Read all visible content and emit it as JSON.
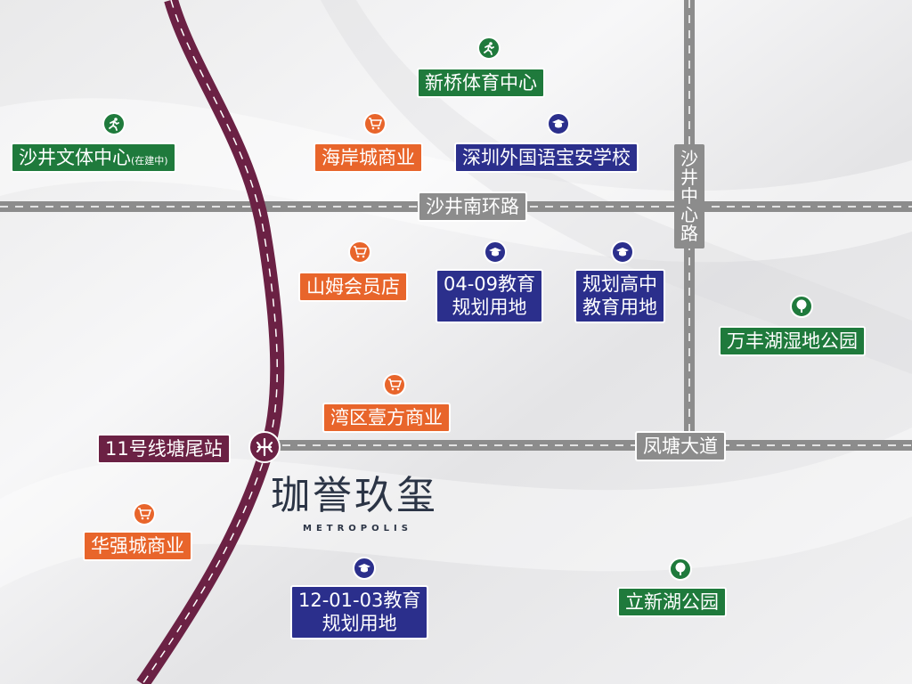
{
  "map": {
    "roads": {
      "shajing_south_ring": "沙井南环路",
      "shajing_center": "沙井中心路",
      "fengtang_avenue": "凤塘大道"
    },
    "metro_station": "11号线塘尾站",
    "brand": {
      "name": "珈誉玖玺",
      "sub": "METROPOLIS"
    },
    "sports": {
      "xinqiao": "新桥体育中心",
      "shajing": "沙井文体中心",
      "shajing_note": "(在建中)"
    },
    "commerce": {
      "haiancheng": "海岸城商业",
      "sams": "山姆会员店",
      "wanqu": "湾区壹方商业",
      "huaqiang": "华强城商业"
    },
    "education": {
      "shenzhen_foreign": "深圳外国语宝安学校",
      "plot_0409_line1": "04-09教育",
      "plot_0409_line2": "规划用地",
      "highschool_line1": "规划高中",
      "highschool_line2": "教育用地",
      "plot_120103_line1": "12-01-03教育",
      "plot_120103_line2": "规划用地"
    },
    "parks": {
      "wanfeng": "万丰湖湿地公园",
      "lixin": "立新湖公园"
    },
    "colors": {
      "green": "#1f7a3c",
      "orange": "#e8652b",
      "navy": "#2b2f8c",
      "maroon": "#6b2144",
      "road": "#8c8c8c"
    },
    "icons": [
      "runner-icon",
      "shopping-cart-icon",
      "graduation-cap-icon",
      "tree-icon",
      "metro-logo-icon"
    ]
  }
}
